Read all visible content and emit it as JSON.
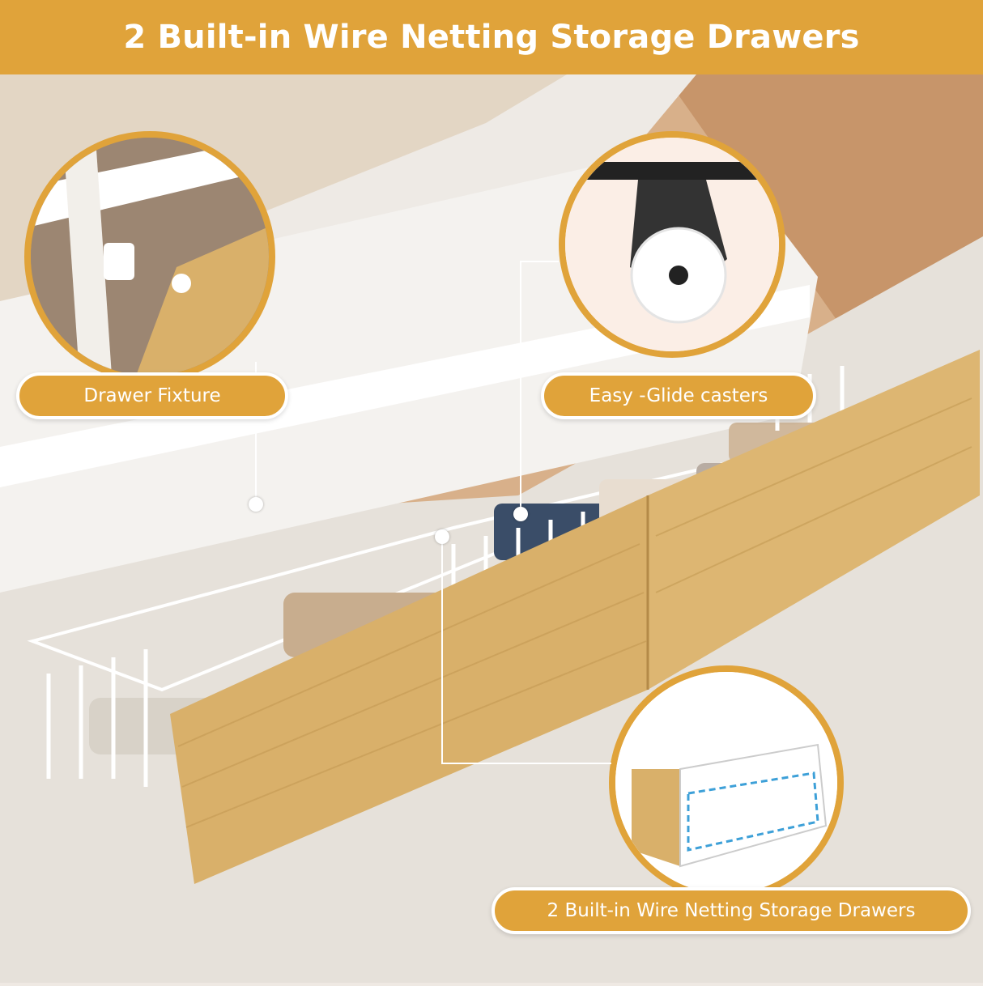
{
  "banner": {
    "title": "2 Built-in Wire Netting Storage Drawers"
  },
  "callouts": {
    "fixture_label": "Drawer Fixture",
    "casters_label": "Easy -Glide casters",
    "drawers_label": "2 Built-in Wire Netting Storage Drawers"
  },
  "colors": {
    "accent": "#e0a33a",
    "wood": "#d9b06a",
    "wire": "#ffffff"
  }
}
